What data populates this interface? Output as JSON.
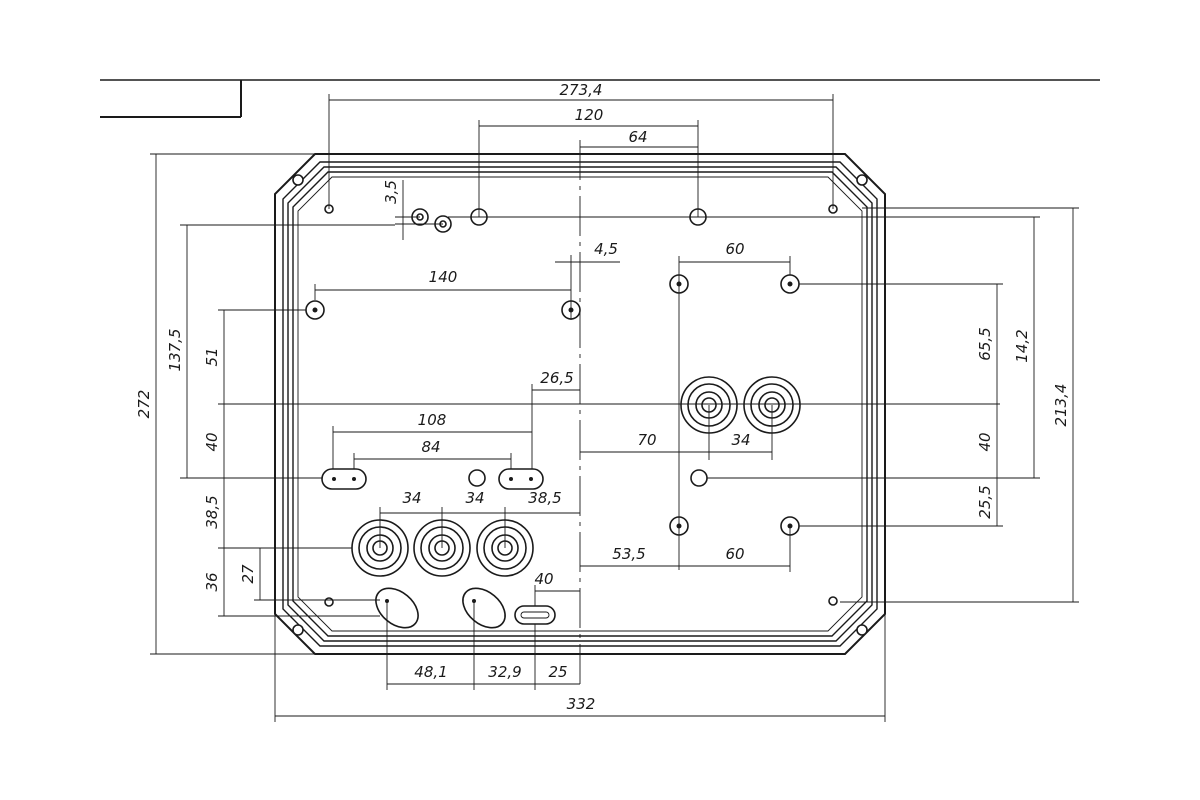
{
  "drawing": {
    "dimensions": {
      "overall_width": "273,4",
      "holes_120": "120",
      "holes_64": "64",
      "gap_3_5": "3,5",
      "offset_4_5": "4,5",
      "spacing_60_top": "60",
      "span_140": "140",
      "height_137_5": "137,5",
      "v_51": "51",
      "h_65_5": "65,5",
      "h_14_2": "14,2",
      "h_213_4": "213,4",
      "offset_26_5": "26,5",
      "span_108": "108",
      "span_84": "84",
      "span_70": "70",
      "spacing_34_right": "34",
      "v_40_left": "40",
      "v_40_right": "40",
      "total_272": "272",
      "v_38_5": "38,5",
      "h_25_5": "25,5",
      "spacing_34_a": "34",
      "spacing_34_b": "34",
      "spacing_38_5": "38,5",
      "offset_53_5": "53,5",
      "spacing_60_bottom": "60",
      "v_36": "36",
      "v_27": "27",
      "offset_40": "40",
      "bottom_48_1": "48,1",
      "bottom_32_9": "32,9",
      "bottom_25": "25",
      "total_332": "332"
    }
  }
}
